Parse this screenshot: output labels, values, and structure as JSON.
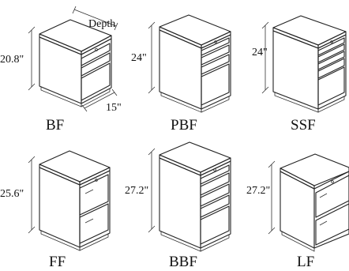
{
  "cabinets": [
    {
      "name": "BF",
      "height": "20.8\"",
      "depth_label": "Depth",
      "width": "15\"",
      "drawers": "box-box-file"
    },
    {
      "name": "PBF",
      "height": "24\"",
      "drawers": "pencil-box-box-file"
    },
    {
      "name": "SSF",
      "height": "24\"",
      "drawers": "pencil-box-box-box-file"
    },
    {
      "name": "FF",
      "height": "25.6\"",
      "drawers": "file-file"
    },
    {
      "name": "BBF",
      "height": "27.2\"",
      "drawers": "pencil-box-box-box-file"
    },
    {
      "name": "LF",
      "height": "27.2\"",
      "drawers": "file-file"
    }
  ]
}
